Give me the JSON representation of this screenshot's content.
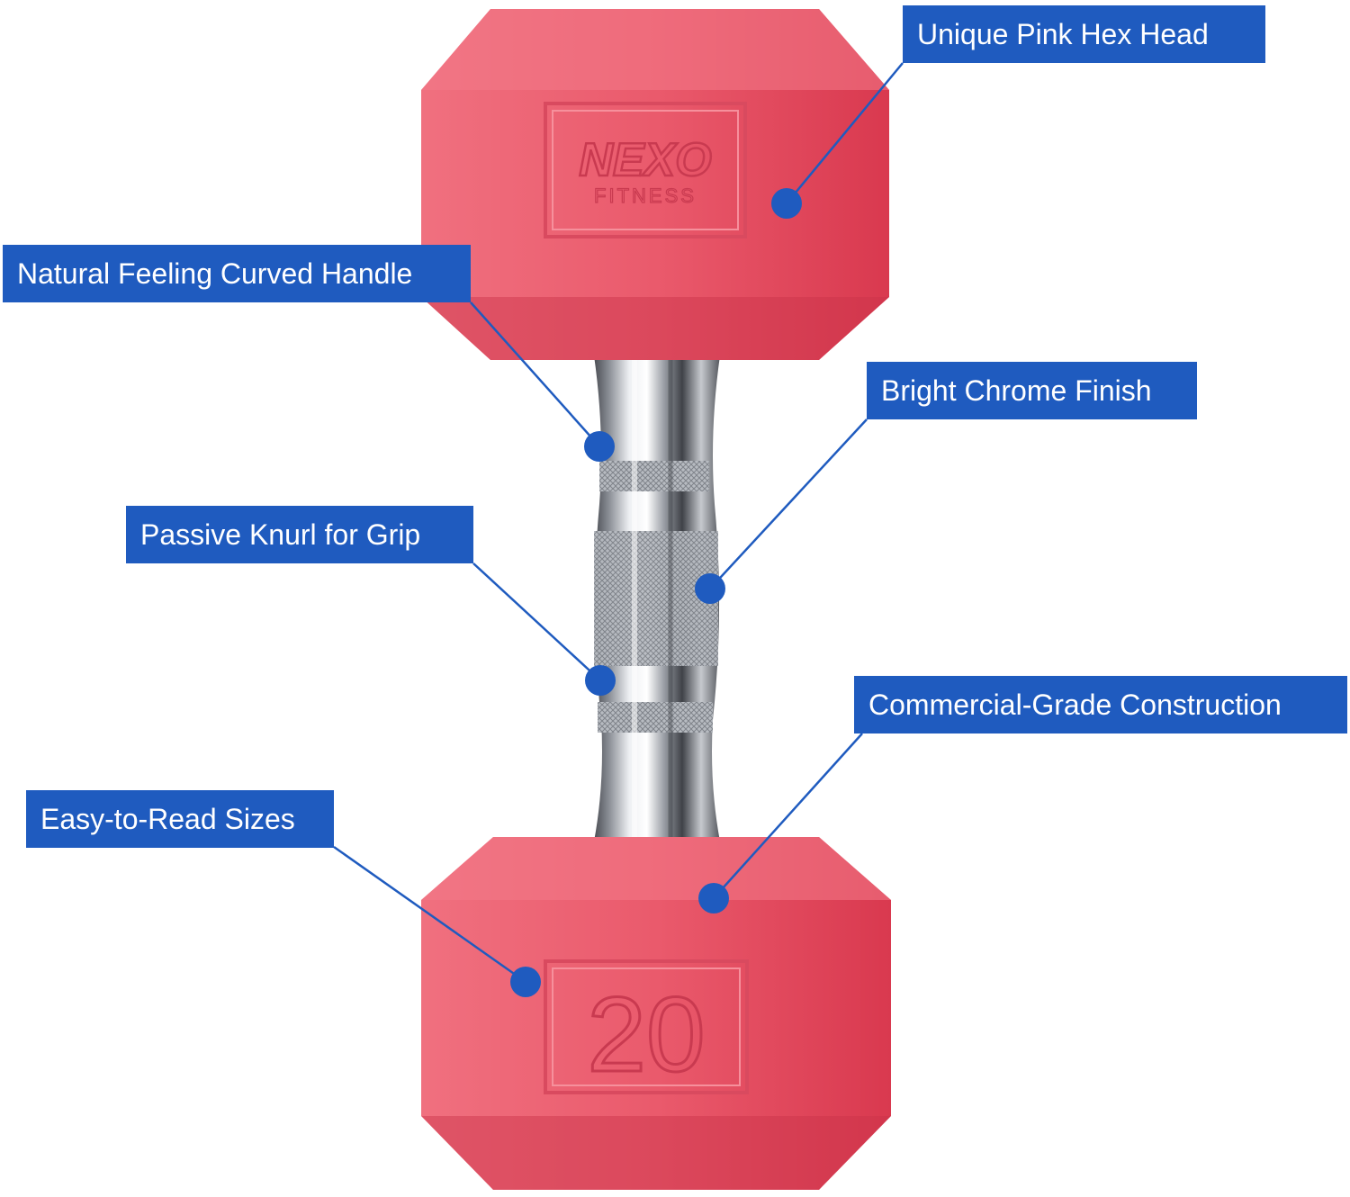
{
  "logo": {
    "brand": "NEXO",
    "sub": "FITNESS"
  },
  "weight_number": "20",
  "callouts": {
    "hex_head": "Unique Pink Hex Head",
    "curved_handle": "Natural Feeling Curved Handle",
    "chrome_finish": "Bright Chrome Finish",
    "knurl": "Passive Knurl for Grip",
    "commercial": "Commercial-Grade Construction",
    "sizes": "Easy-to-Read Sizes"
  },
  "colors": {
    "callout_blue": "#1f5bbf",
    "rubber_pink": "#e84b60",
    "chrome": "#c9ccd1",
    "background": "#ffffff"
  }
}
